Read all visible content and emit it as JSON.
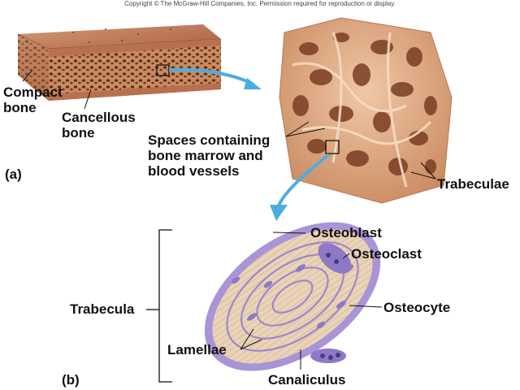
{
  "copyright": "Copyright © The McGraw-Hill Companies, Inc. Permission required for reproduction or display.",
  "panel_a": {
    "panel_label": "(a)",
    "compact_bone": [
      "Compact",
      "bone"
    ],
    "cancellous_bone": [
      "Cancellous",
      "bone"
    ],
    "spaces": [
      "Spaces containing",
      "bone marrow and",
      "blood vessels"
    ],
    "trabeculae": "Trabeculae"
  },
  "panel_b": {
    "panel_label": "(b)",
    "trabecula": "Trabecula",
    "osteoblast": "Osteoblast",
    "osteoclast": "Osteoclast",
    "osteocyte": "Osteocyte",
    "lamellae": "Lamellae",
    "canaliculus": "Canaliculus"
  },
  "colors": {
    "bone_surface": "#b86a4a",
    "spongy_bone": "#e5b48f",
    "trabecula_fill": "#ead3b6",
    "cell_purple": "#9c87cf",
    "arrow_blue": "#4aaee0"
  }
}
